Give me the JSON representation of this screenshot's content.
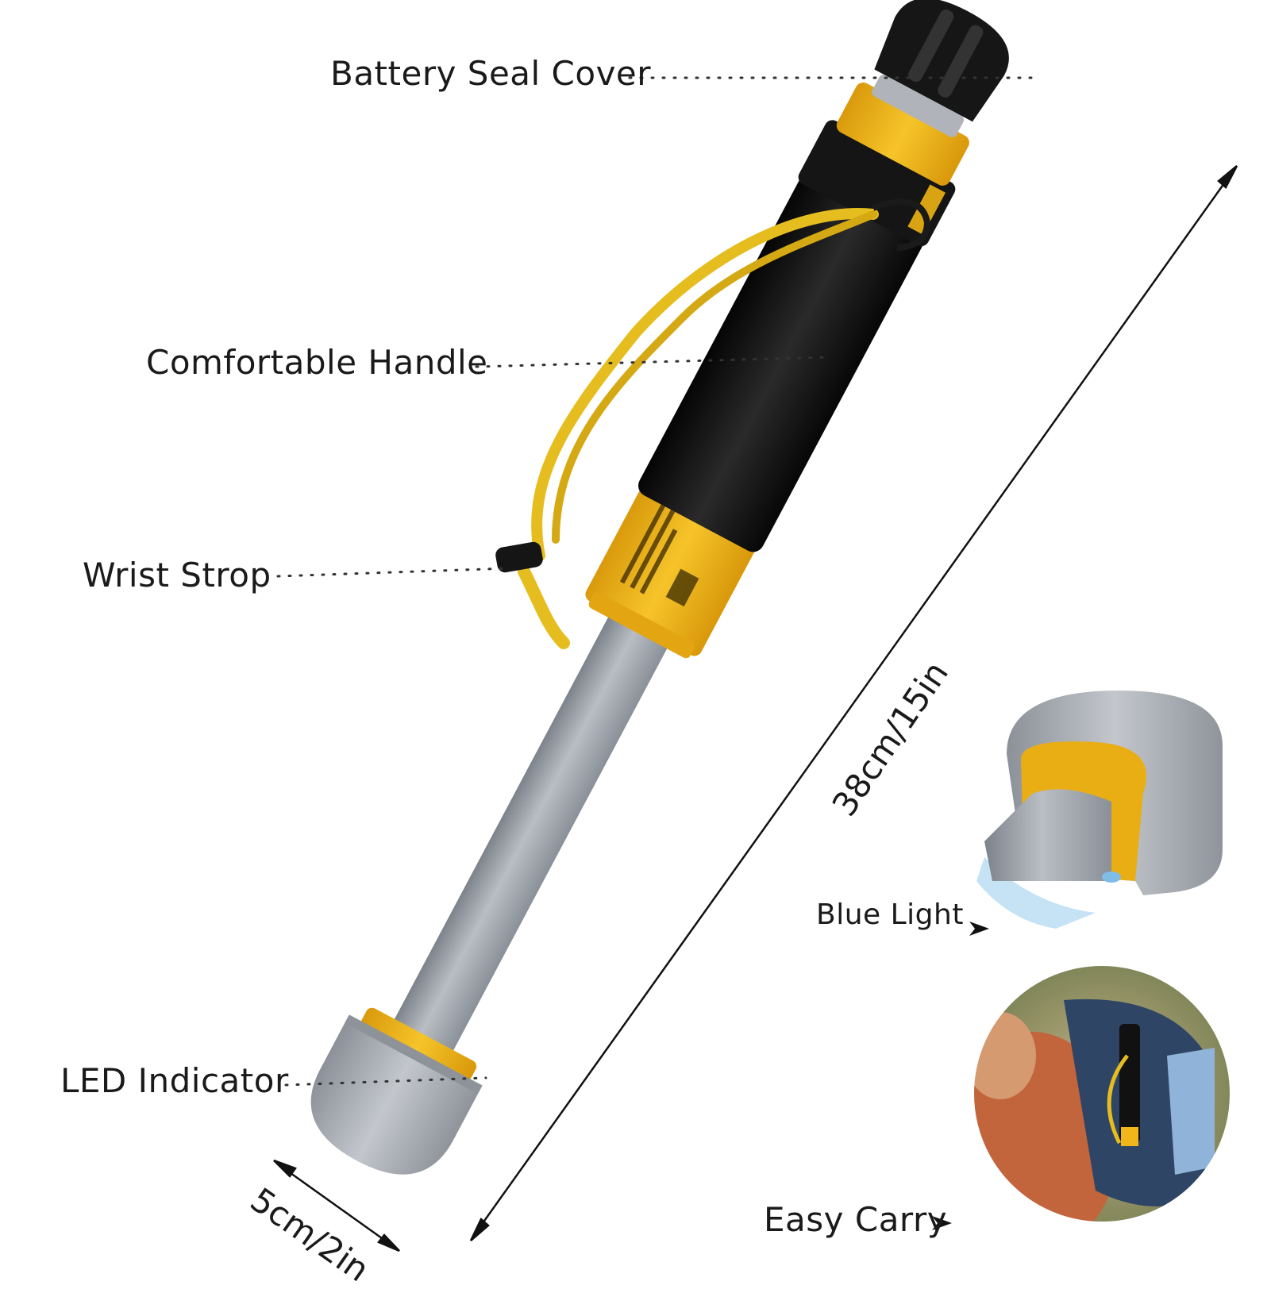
{
  "callouts": {
    "battery_seal_cover": "Battery Seal Cover",
    "comfortable_handle": "Comfortable Handle",
    "wrist_strop": "Wrist Strop",
    "led_indicator": "LED Indicator",
    "blue_light": "Blue Light",
    "easy_carry": "Easy Carry"
  },
  "dimensions": {
    "length": "38cm/15in",
    "width": "5cm/2in"
  },
  "colors": {
    "body_yellow": "#f2b61b",
    "grip_black": "#111111",
    "shaft_gray": "#9aa0a8",
    "cap_gray": "#a9adb3",
    "cord_yellow": "#e9c22a",
    "blue_light": "#bfe0f4"
  }
}
